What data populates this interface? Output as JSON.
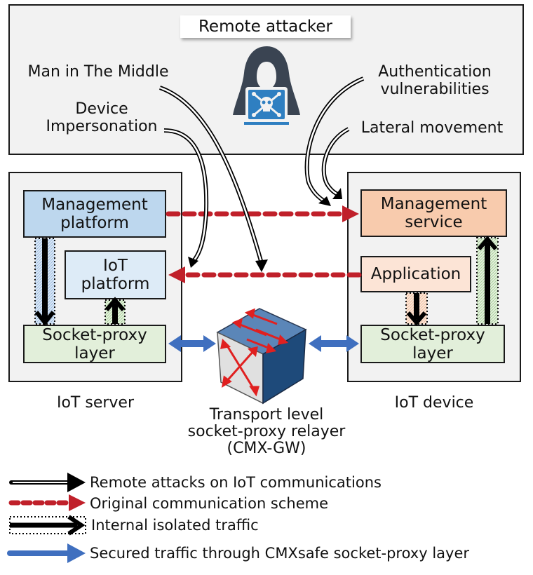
{
  "attacker": {
    "title": "Remote attacker",
    "icon": "hooded-hacker-icon",
    "attacks": {
      "mitm": "Man in The Middle",
      "impersonation": "Device\nImpersonation",
      "auth": "Authentication\nvulnerabilities",
      "lateral": "Lateral movement"
    }
  },
  "server": {
    "label": "IoT server",
    "management": "Management\nplatform",
    "iot_platform": "IoT\nplatform",
    "socket_proxy": "Socket-proxy\nlayer"
  },
  "device": {
    "label": "IoT device",
    "management": "Management\nservice",
    "application": "Application",
    "socket_proxy": "Socket-proxy\nlayer"
  },
  "relayer": {
    "label": "Transport level\nsocket-proxy relayer\n(CMX-GW)",
    "icon": "router-cube-icon"
  },
  "legend": [
    {
      "style": "double-line-arrow",
      "label": "Remote attacks on IoT communications"
    },
    {
      "style": "red-dashed-arrow",
      "label": "Original communication scheme"
    },
    {
      "style": "black-dotted-box-arrow",
      "label": "Internal isolated traffic"
    },
    {
      "style": "blue-arrow",
      "label": "Secured traffic through CMXsafe socket-proxy layer"
    }
  ],
  "colors": {
    "panel": "#f2f2f2",
    "mgmt_platform": "#bdd7ee",
    "iot_platform": "#ddebf7",
    "socket_proxy": "#e2efda",
    "mgmt_service": "#f8cbad",
    "application": "#fce4d6",
    "red": "#c0202a",
    "blue": "#3f6fbf",
    "hacker": "#3a4452",
    "screen": "#2f7fc1"
  }
}
